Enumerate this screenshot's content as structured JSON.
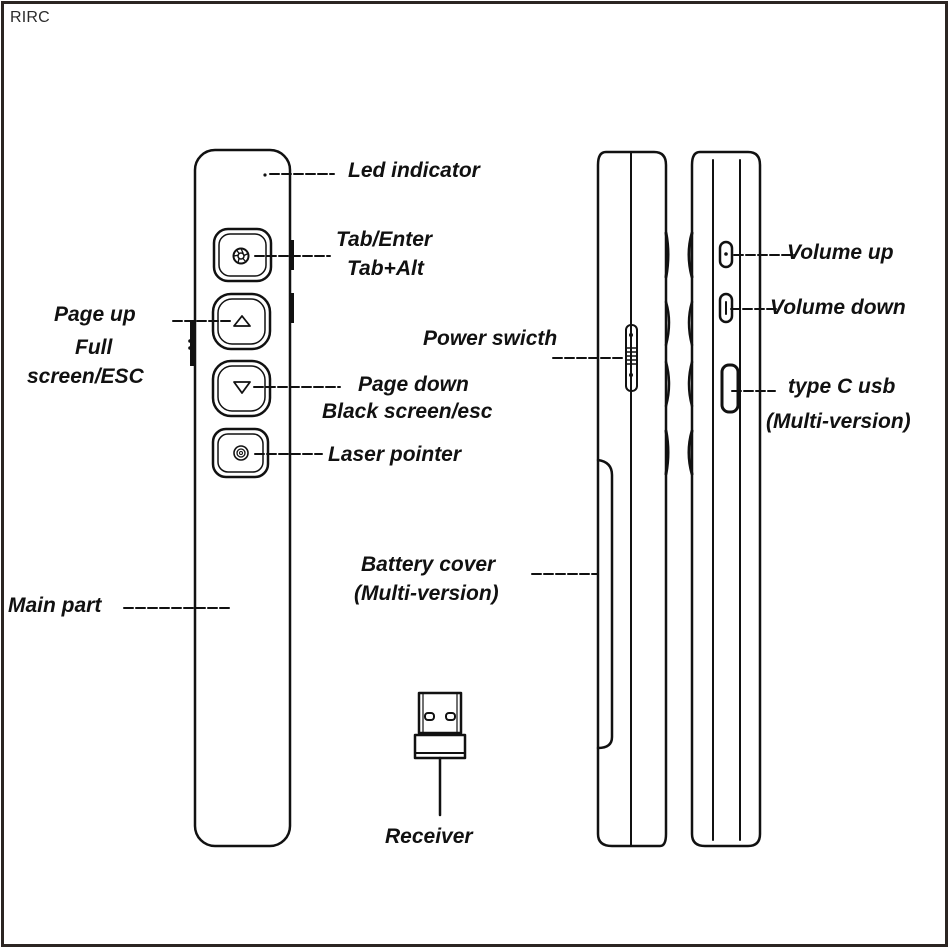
{
  "brand": "RIRC",
  "labels": {
    "led_indicator": "Led indicator",
    "tab_enter": "Tab/Enter",
    "tab_alt": "Tab+Alt",
    "page_up": "Page up",
    "full_screen_1": "Full",
    "full_screen_2": "screen/ESC",
    "page_down": "Page down",
    "black_screen": "Black screen/esc",
    "laser_pointer": "Laser pointer",
    "main_part": "Main part",
    "power_switch": "Power swicth",
    "battery_cover": "Battery cover",
    "battery_cover_note": "(Multi-version)",
    "volume_up": "Volume up",
    "volume_down": "Volume down",
    "type_c": "type C usb",
    "type_c_note": "(Multi-version)",
    "receiver": "Receiver"
  },
  "icons": {
    "tab_enter_button": "shutter-aperture-icon",
    "page_up_button": "triangle-up-icon",
    "page_down_button": "triangle-down-icon",
    "laser_button": "concentric-circle-icon"
  },
  "colors": {
    "line": "#111111",
    "frame": "#2b2522",
    "background": "#ffffff"
  }
}
